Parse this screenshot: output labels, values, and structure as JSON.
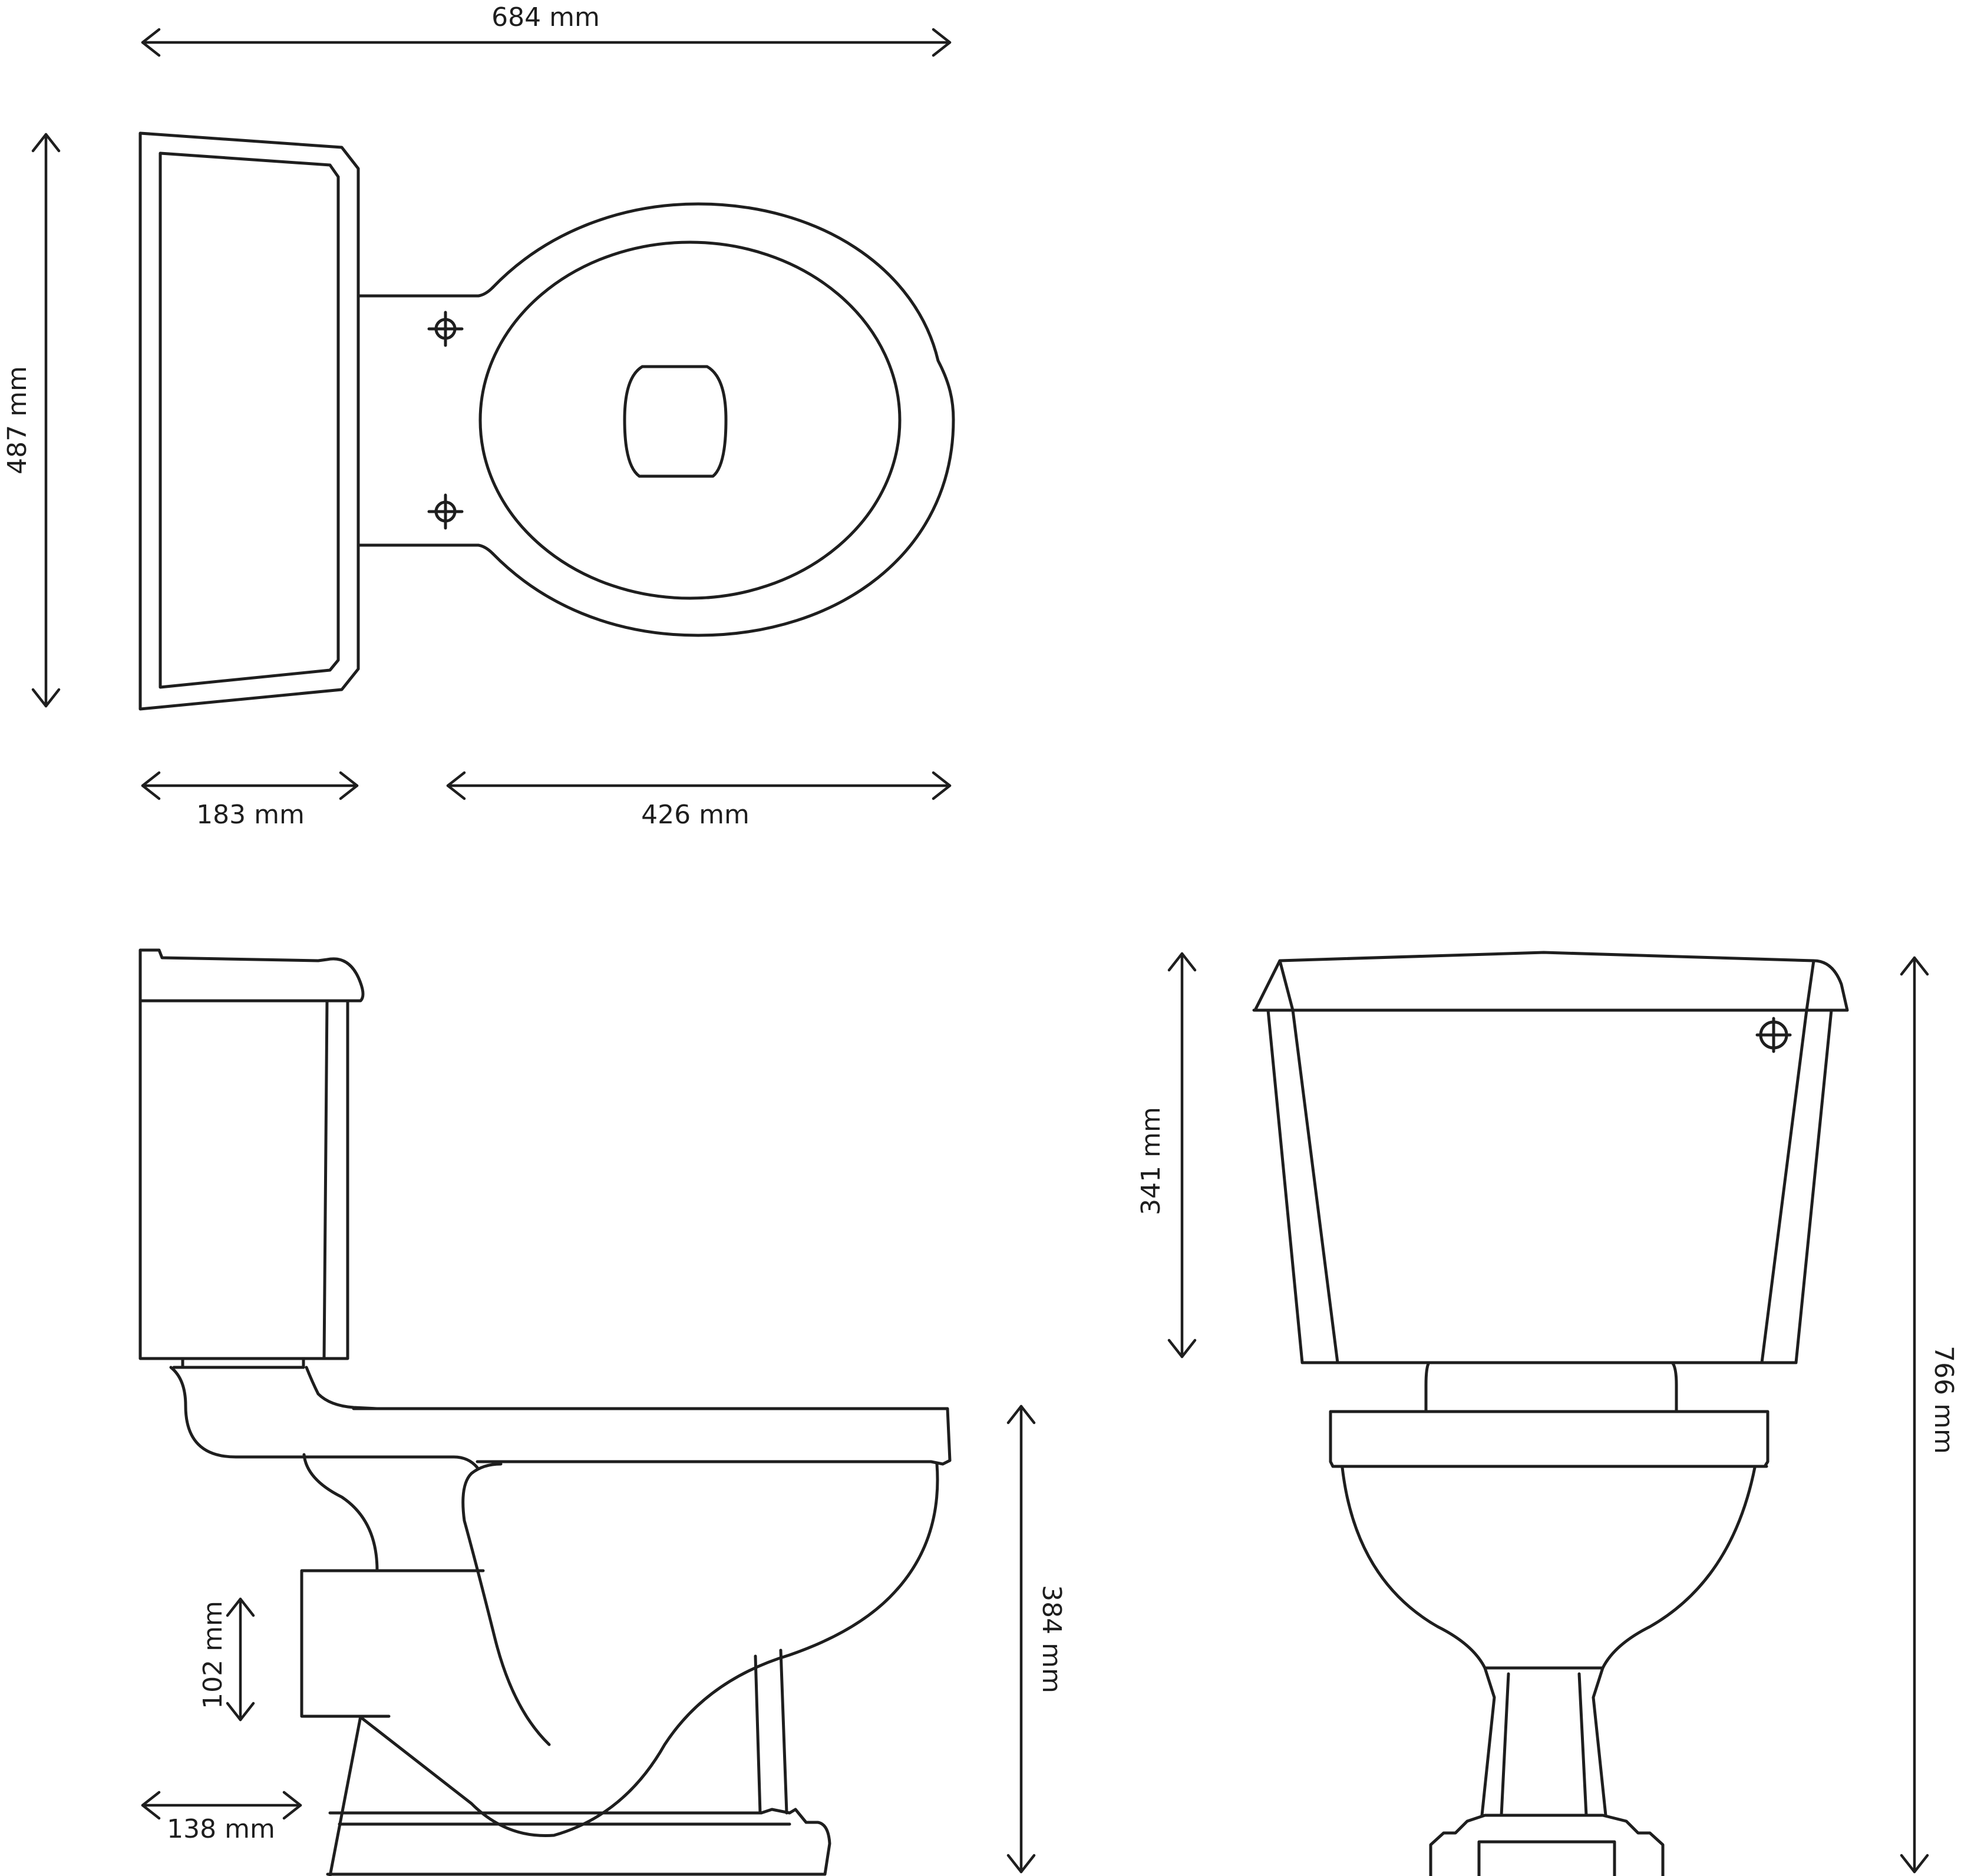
{
  "dimensions": {
    "top_overall_width": "684 mm",
    "top_depth": "487 mm",
    "top_cistern_depth": "183 mm",
    "top_pan_length": "426 mm",
    "side_outlet_height": "102 mm",
    "side_outlet_setback": "138 mm",
    "side_pan_height": "384 mm",
    "front_cistern_height": "341 mm",
    "front_overall_height": "766 mm"
  },
  "colors": {
    "line": "#1e1e1e",
    "background": "#ffffff"
  }
}
